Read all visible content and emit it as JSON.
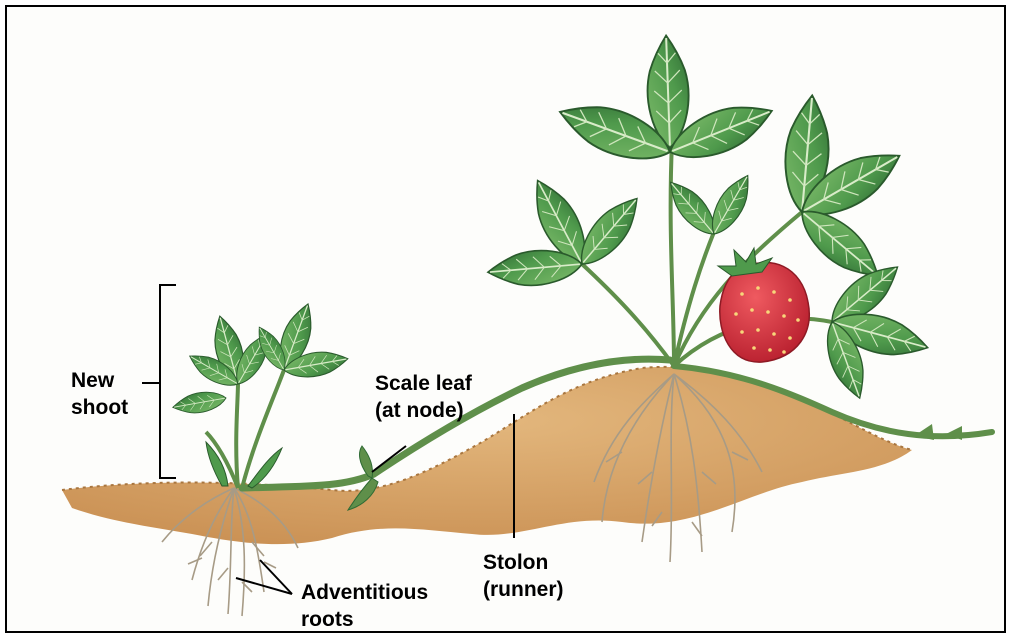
{
  "labels": {
    "new_shoot": [
      "New",
      "shoot"
    ],
    "scale_leaf": [
      "Scale leaf",
      "(at node)"
    ],
    "stolon": [
      "Stolon",
      "(runner)"
    ],
    "adventitious_roots": [
      "Adventitious",
      "roots"
    ]
  },
  "colors": {
    "leaf": "#4f9a4c",
    "leaf_dark": "#2f6b34",
    "leaf_light": "#a9d39a",
    "stem": "#5f8f4a",
    "soil": "#d9a86a",
    "soil_dark": "#b07d45",
    "root": "#a79b86",
    "berry": "#d8333f",
    "line": "#000000"
  }
}
